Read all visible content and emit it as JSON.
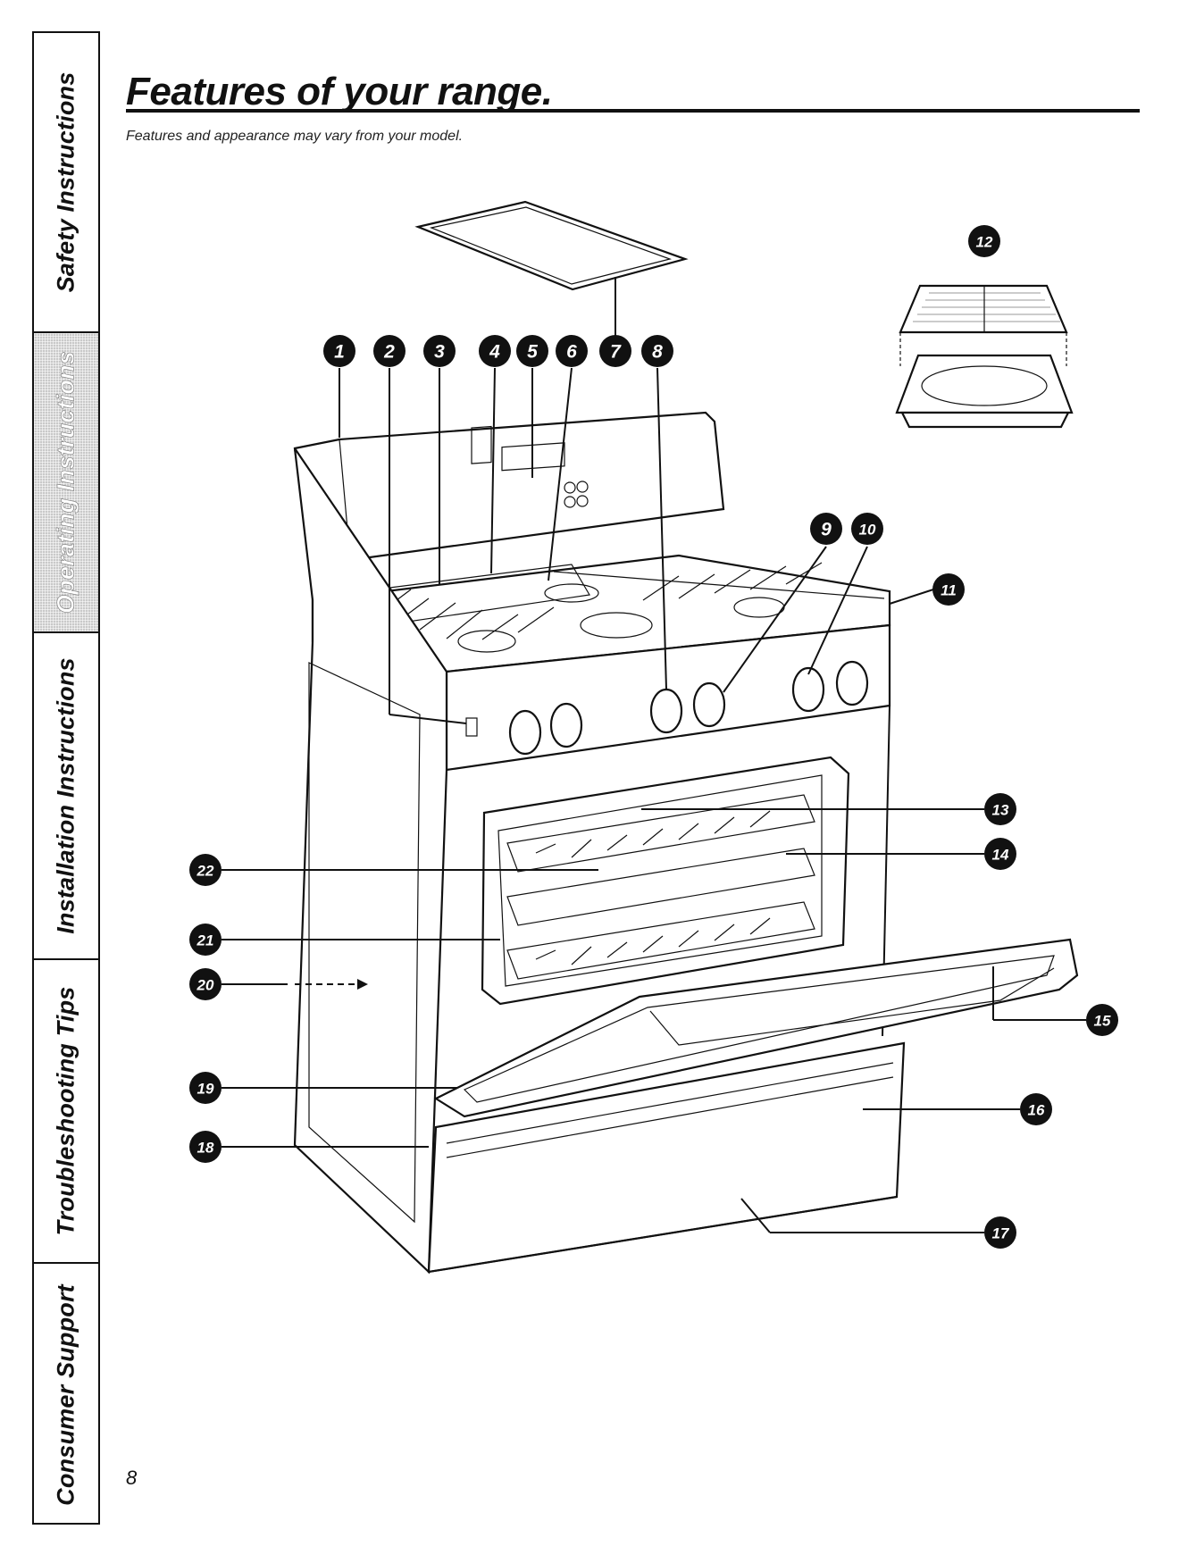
{
  "side_tabs": [
    {
      "label": "Safety Instructions",
      "active": false
    },
    {
      "label": "Operating Instructions",
      "active": true
    },
    {
      "label": "Installation Instructions",
      "active": false
    },
    {
      "label": "Troubleshooting Tips",
      "active": false
    },
    {
      "label": "Consumer Support",
      "active": false
    }
  ],
  "header": {
    "title": "Features of your range.",
    "subtitle": "Features and appearance may vary from your model."
  },
  "callouts": [
    "1",
    "2",
    "3",
    "4",
    "5",
    "6",
    "7",
    "8",
    "9",
    "10",
    "11",
    "12",
    "13",
    "14",
    "15",
    "16",
    "17",
    "18",
    "19",
    "20",
    "21",
    "22"
  ],
  "page_number": "8"
}
